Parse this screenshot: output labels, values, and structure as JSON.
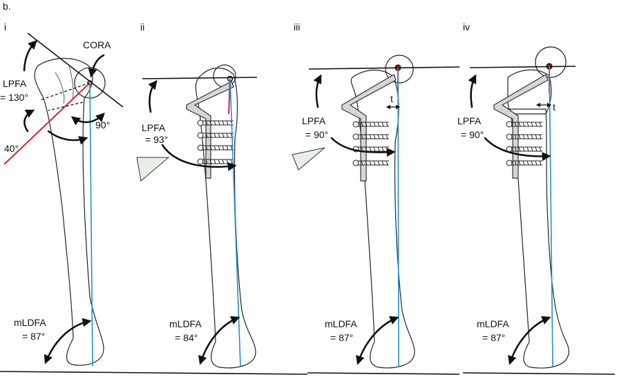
{
  "figure": {
    "label": "b.",
    "colors": {
      "mechanical_axis": "#1f8fd6",
      "osteotomy_line": "#e0202e",
      "outline": "#222222",
      "plate": "#d6d6d6",
      "wedge": "#e8efe8"
    },
    "panels": [
      {
        "numeral": "i",
        "lpfa_label": "LPFA",
        "lpfa_value": "= 130°",
        "mldfa_label": "mLDFA",
        "mldfa_value": "= 87°",
        "cora_label": "CORA",
        "angle_90": "90°",
        "angle_40": "40°"
      },
      {
        "numeral": "ii",
        "lpfa_label": "LPFA",
        "lpfa_value": "= 93°",
        "mldfa_label": "mLDFA",
        "mldfa_value": "= 84°"
      },
      {
        "numeral": "iii",
        "lpfa_label": "LPFA",
        "lpfa_value": "= 90°",
        "mldfa_label": "mLDFA",
        "mldfa_value": "= 87°",
        "t_label": "t"
      },
      {
        "numeral": "iv",
        "lpfa_label": "LPFA",
        "lpfa_value": "= 90°",
        "mldfa_label": "mLDFA",
        "mldfa_value": "= 87°",
        "t_label": "t"
      }
    ]
  }
}
